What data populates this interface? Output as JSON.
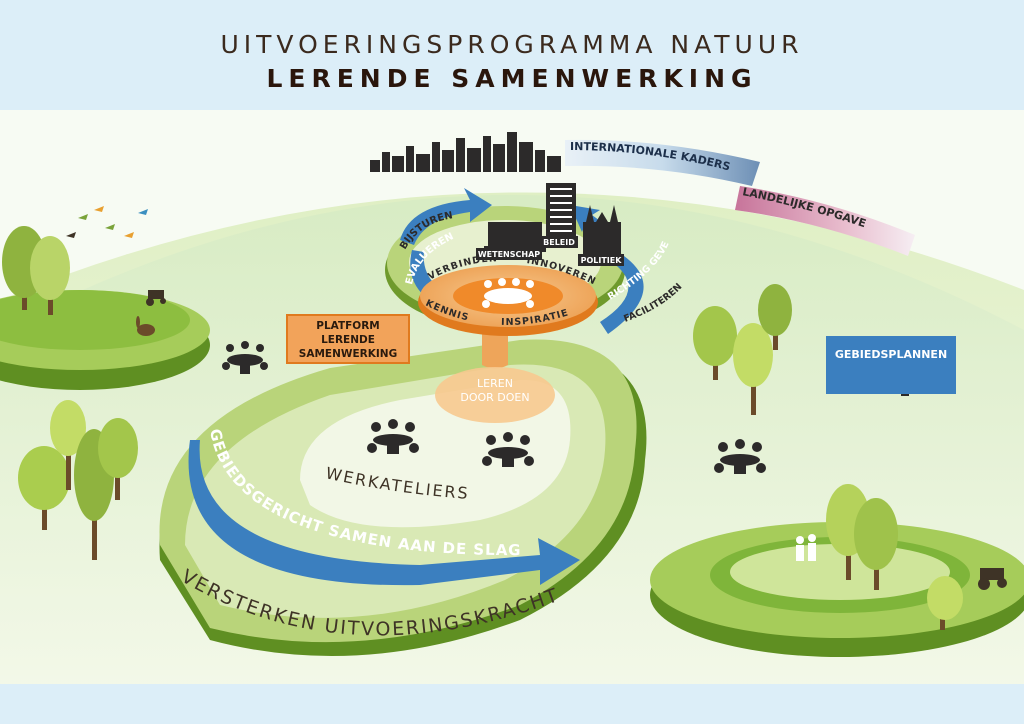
{
  "header": {
    "subtitle": "UITVOERINGSPROGRAMMA NATUUR",
    "title": "LERENDE SAMENWERKING"
  },
  "labels": {
    "internationale_kaders": "INTERNATIONALE KADERS",
    "landelijke_opgave": "LANDELIJKE OPGAVE",
    "bijsturen": "BIJSTUREN",
    "evalueren": "EVALUEREN",
    "richting_geven": "RICHTING GEVEN",
    "faciliteren": "FACILITEREN",
    "verbinden": "VERBINDEN",
    "innoveren": "INNOVEREN",
    "kennis": "KENNIS",
    "inspiratie": "INSPIRATIE",
    "wetenschap": "WETENSCHAP",
    "beleid": "BELEID",
    "politiek": "POLITIEK",
    "platform": [
      "PLATFORM",
      "LERENDE",
      "SAMENWERKING"
    ],
    "leren_door_doen": [
      "LEREN",
      "DOOR DOEN"
    ],
    "gebiedsplannen": "GEBIEDSPLANNEN",
    "werkateliers": "WERKATELIERS",
    "gebiedsgericht": "GEBIEDSGERICHT SAMEN AAN DE SLAG",
    "versterken": "VERSTERKEN UITVOERINGSKRACHT"
  },
  "colors": {
    "header_band": "#dceef8",
    "sky": "#c9e6f2",
    "ground": "#e4efc7",
    "track_green": "#8fb64a",
    "track_dark": "#6f9a2c",
    "arrow_blue": "#3b7fbf",
    "orange": "#f2a35a",
    "orange_dark": "#e07a1e",
    "title_dark": "#2a160c",
    "icon_dark": "#2c2a2a"
  },
  "icons": [
    "birds-icon",
    "tractor-icon",
    "rabbit-icon",
    "meeting-table-icon",
    "skyline-icon",
    "church-icon",
    "office-building-icon",
    "tree-icon",
    "people-walking-icon"
  ]
}
